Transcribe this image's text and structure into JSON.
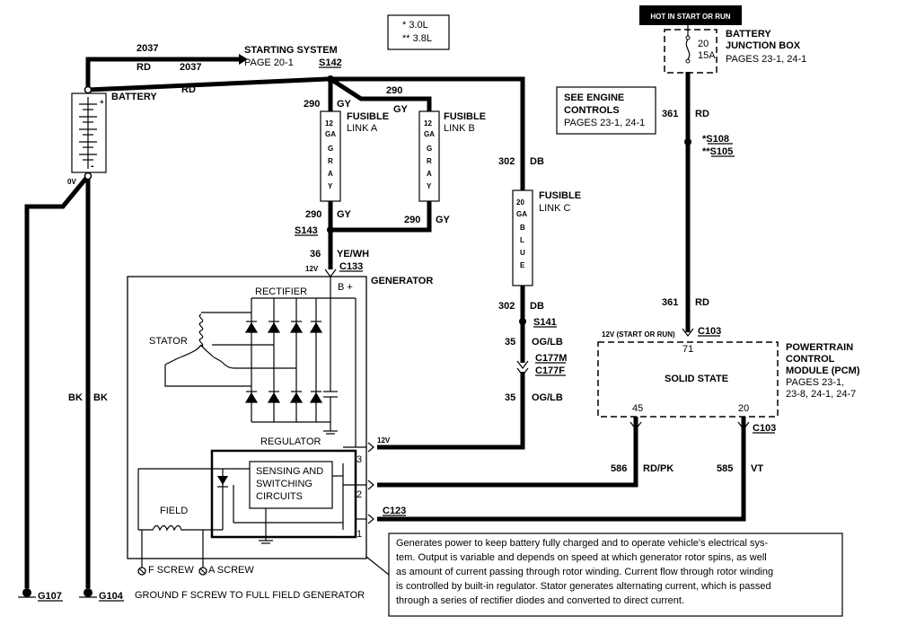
{
  "title": {
    "starting_system": "STARTING SYSTEM",
    "page": "PAGE 20-1"
  },
  "legend": {
    "item1": "* 3.0L",
    "item2": "** 3.8L"
  },
  "hot_label": "HOT IN START OR RUN",
  "fuse": {
    "num": "20",
    "amp": "15A"
  },
  "junction_box": {
    "line1": "BATTERY",
    "line2": "JUNCTION BOX",
    "pages": "PAGES 23-1, 24-1"
  },
  "see_engine": {
    "line1": "SEE ENGINE",
    "line2": "CONTROLS",
    "pages": "PAGES 23-1, 24-1"
  },
  "battery": {
    "label": "BATTERY",
    "plus": "+",
    "minus": "-",
    "ov": "0V"
  },
  "wires": {
    "w2037a": "2037",
    "rd_a": "RD",
    "w2037b": "2037",
    "rd_b": "RD",
    "w290a": "290",
    "gy_a": "GY",
    "w290b": "290",
    "gy_b": "GY",
    "w290c": "290",
    "gy_c": "GY",
    "w290d": "290",
    "gy_d": "GY",
    "w36": "36",
    "yewh": "YE/WH",
    "w302a": "302",
    "db_a": "DB",
    "w302b": "302",
    "db_b": "DB",
    "w35a": "35",
    "oglb_a": "OG/LB",
    "w35b": "35",
    "oglb_b": "OG/LB",
    "w361a": "361",
    "rd_c": "RD",
    "w361b": "361",
    "rd_d": "RD",
    "bk_a": "BK",
    "bk_b": "BK",
    "w586": "586",
    "rdpk": "RD/PK",
    "w585": "585",
    "vt": "VT"
  },
  "splices": {
    "s142": "S142",
    "s143": "S143",
    "s141": "S141",
    "s108": "*S108",
    "s105": "**S105"
  },
  "connectors": {
    "c133": "C133",
    "c177m": "C177M",
    "c177f": "C177F",
    "c103a": "C103",
    "c103b": "C103",
    "c123": "C123"
  },
  "fusible_links": {
    "a": {
      "name": "FUSIBLE",
      "name2": "LINK A",
      "gauge": [
        "12",
        "GA",
        "G",
        "R",
        "A",
        "Y"
      ]
    },
    "b": {
      "name": "FUSIBLE",
      "name2": "LINK B",
      "gauge": [
        "12",
        "GA",
        "G",
        "R",
        "A",
        "Y"
      ]
    },
    "c": {
      "name": "FUSIBLE",
      "name2": "LINK C",
      "gauge": [
        "20",
        "GA",
        "B",
        "L",
        "U",
        "E"
      ]
    }
  },
  "generator": {
    "label": "GENERATOR",
    "v12": "12V",
    "bplus": "B +",
    "rectifier": "RECTIFIER",
    "stator": "STATOR",
    "regulator": "REGULATOR",
    "sensing1": "SENSING AND",
    "sensing2": "SWITCHING",
    "sensing3": "CIRCUITS",
    "field": "FIELD",
    "pin3": "3",
    "pin2": "2",
    "pin1": "1",
    "fscrew": "F SCREW",
    "ascrew": "A SCREW",
    "ground_note": "GROUND F SCREW TO FULL FIELD GENERATOR"
  },
  "pcm": {
    "v12": "12V (START OR RUN)",
    "pin71": "71",
    "solid": "SOLID STATE",
    "pin45": "45",
    "pin20": "20",
    "name1": "POWERTRAIN",
    "name2": "CONTROL",
    "name3": "MODULE (PCM)",
    "pages1": "PAGES 23-1,",
    "pages2": "23-8, 24-1, 24-7"
  },
  "v12_wire": "12V",
  "grounds": {
    "g107": "G107",
    "g104": "G104"
  },
  "description": [
    "Generates power to keep battery fully charged and to operate vehicle's electrical sys-",
    "tem.  Output is variable and depends on speed at which generator rotor spins, as well",
    "as amount of current passing through rotor winding.  Current flow through rotor winding",
    "is controlled by built-in regulator.  Stator generates alternating current, which is passed",
    "through a series of rectifier diodes and converted  to direct current."
  ]
}
